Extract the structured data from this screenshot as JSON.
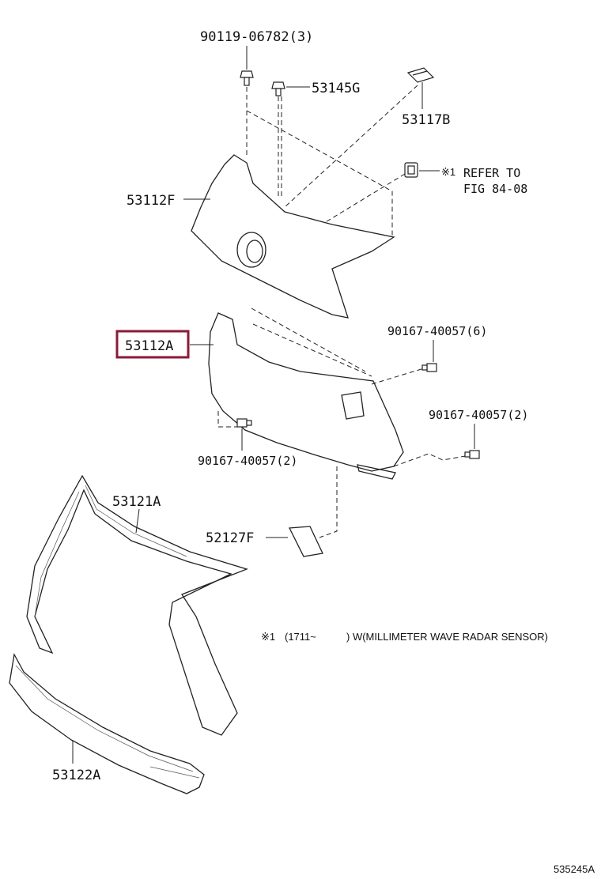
{
  "labels": {
    "bolt_top": "90119-06782(3)",
    "clip_53145g": "53145G",
    "bracket_53117b": "53117B",
    "refer_mark": "※1",
    "refer_line1": "REFER TO",
    "refer_line2": "FIG 84-08",
    "grille_53112f": "53112F",
    "grille_53112a": "53112A",
    "screw_right_upper": "90167-40057(6)",
    "screw_left_lower": "90167-40057(2)",
    "screw_right_lower": "90167-40057(2)",
    "moulding_53121a": "53121A",
    "cover_52127f": "52127F",
    "moulding_53122a": "53122A"
  },
  "note": {
    "mark": "※1",
    "open": "(1711~",
    "close": ") W(MILLIMETER WAVE RADAR SENSOR)"
  },
  "figure_ref": "535245A",
  "colors": {
    "highlight": "#8b1a3a",
    "line": "#222222"
  }
}
